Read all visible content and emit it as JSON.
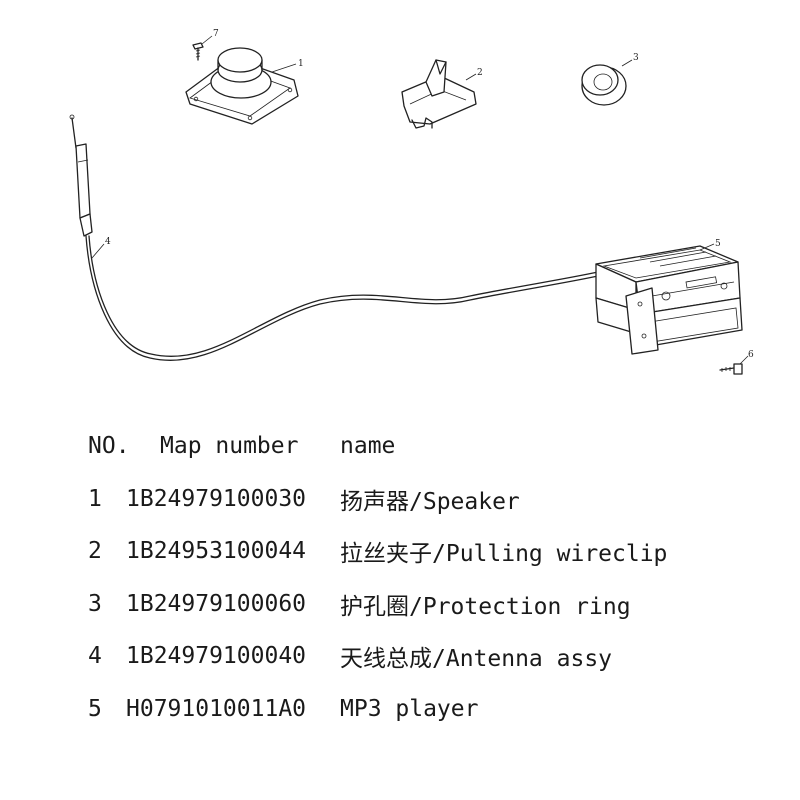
{
  "callouts": [
    "1",
    "2",
    "3",
    "4",
    "5",
    "6",
    "7"
  ],
  "table": {
    "headers": {
      "no": "NO.",
      "map": "Map number",
      "name": "name"
    },
    "rows": [
      {
        "no": "1",
        "map": "1B24979100030",
        "name": "扬声器/Speaker"
      },
      {
        "no": "2",
        "map": "1B24953100044",
        "name": "拉丝夹子/Pulling wireclip"
      },
      {
        "no": "3",
        "map": "1B24979100060",
        "name": "护孔圈/Protection ring"
      },
      {
        "no": "4",
        "map": "1B24979100040",
        "name": "天线总成/Antenna assy"
      },
      {
        "no": "5",
        "map": "H0791010011A0",
        "name": "MP3 player"
      }
    ]
  }
}
